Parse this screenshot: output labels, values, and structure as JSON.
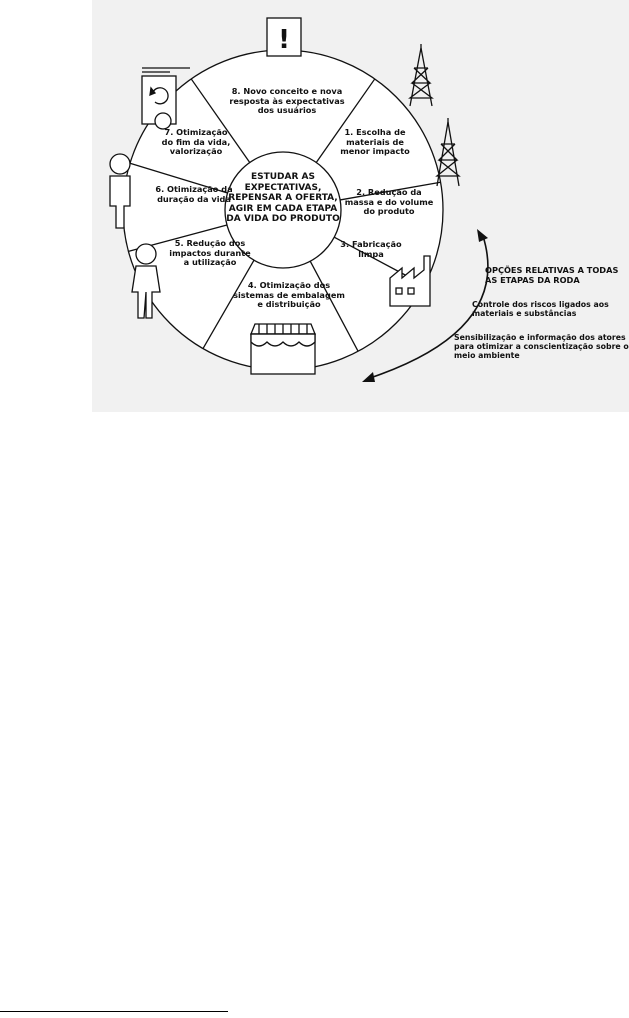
{
  "diagram": {
    "center_text": "ESTUDAR AS\nEXPECTATIVAS,\nREPENSAR A OFERTA,\nAGIR EM CADA ETAPA\nDA VIDA DO PRODUTO",
    "segments": [
      {
        "text": "1. Escolha de\nmateriais de\nmenor impacto",
        "icon": "transmission-tower-icon"
      },
      {
        "text": "2. Redução da\nmassa e do volume\ndo produto",
        "icon": "transmission-tower-icon"
      },
      {
        "text": "3. Fabricação\nlimpa",
        "icon": "factory-icon"
      },
      {
        "text": "4. Otimização dos\nsistemas de embalagem\ne distribuição",
        "icon": "market-stall-icon"
      },
      {
        "text": "5. Redução dos\nimpactos durante\na utilização",
        "icon": "person-icon"
      },
      {
        "text": "6. Otimização da\nduração da vida",
        "icon": "person-icon"
      },
      {
        "text": "7. Otimização\ndo fim da vida,\nvalorização",
        "icon": "recycle-bin-icon"
      },
      {
        "text": "8. Novo conceito e nova\nresposta às expectativas\ndos usuários",
        "icon": "exclamation-icon"
      }
    ],
    "options": {
      "title": "OPÇÕES RELATIVAS A TODAS\nAS ETAPAS DA RODA",
      "item1": "Controle dos riscos ligados aos\nmateriais e substâncias",
      "item2": "Sensibilização e informação dos atores\npara otimizar a conscientização sobre o\nmeio ambiente"
    }
  }
}
